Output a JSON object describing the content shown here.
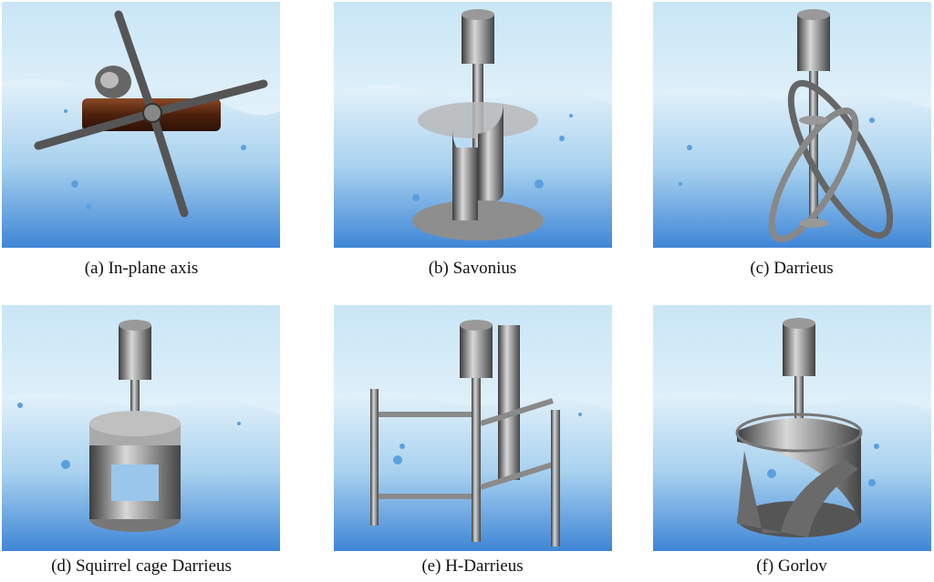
{
  "figure": {
    "panels": [
      {
        "caption": "(a)  In-plane axis",
        "turbine": "in-plane-axis"
      },
      {
        "caption": "(b)  Savonius",
        "turbine": "savonius"
      },
      {
        "caption": "(c)  Darrieus",
        "turbine": "darrieus"
      },
      {
        "caption": "(d)  Squirrel cage Darrieus",
        "turbine": "squirrel-cage-darrieus"
      },
      {
        "caption": "(e)  H-Darrieus",
        "turbine": "h-darrieus"
      },
      {
        "caption": "(f)  Gorlov",
        "turbine": "gorlov"
      }
    ],
    "colors": {
      "sky": "#eef6fb",
      "water_top": "#d4ebf7",
      "water_bottom": "#3f86d6",
      "metal": "#7a7a7a",
      "log": "#5a2a12"
    }
  }
}
